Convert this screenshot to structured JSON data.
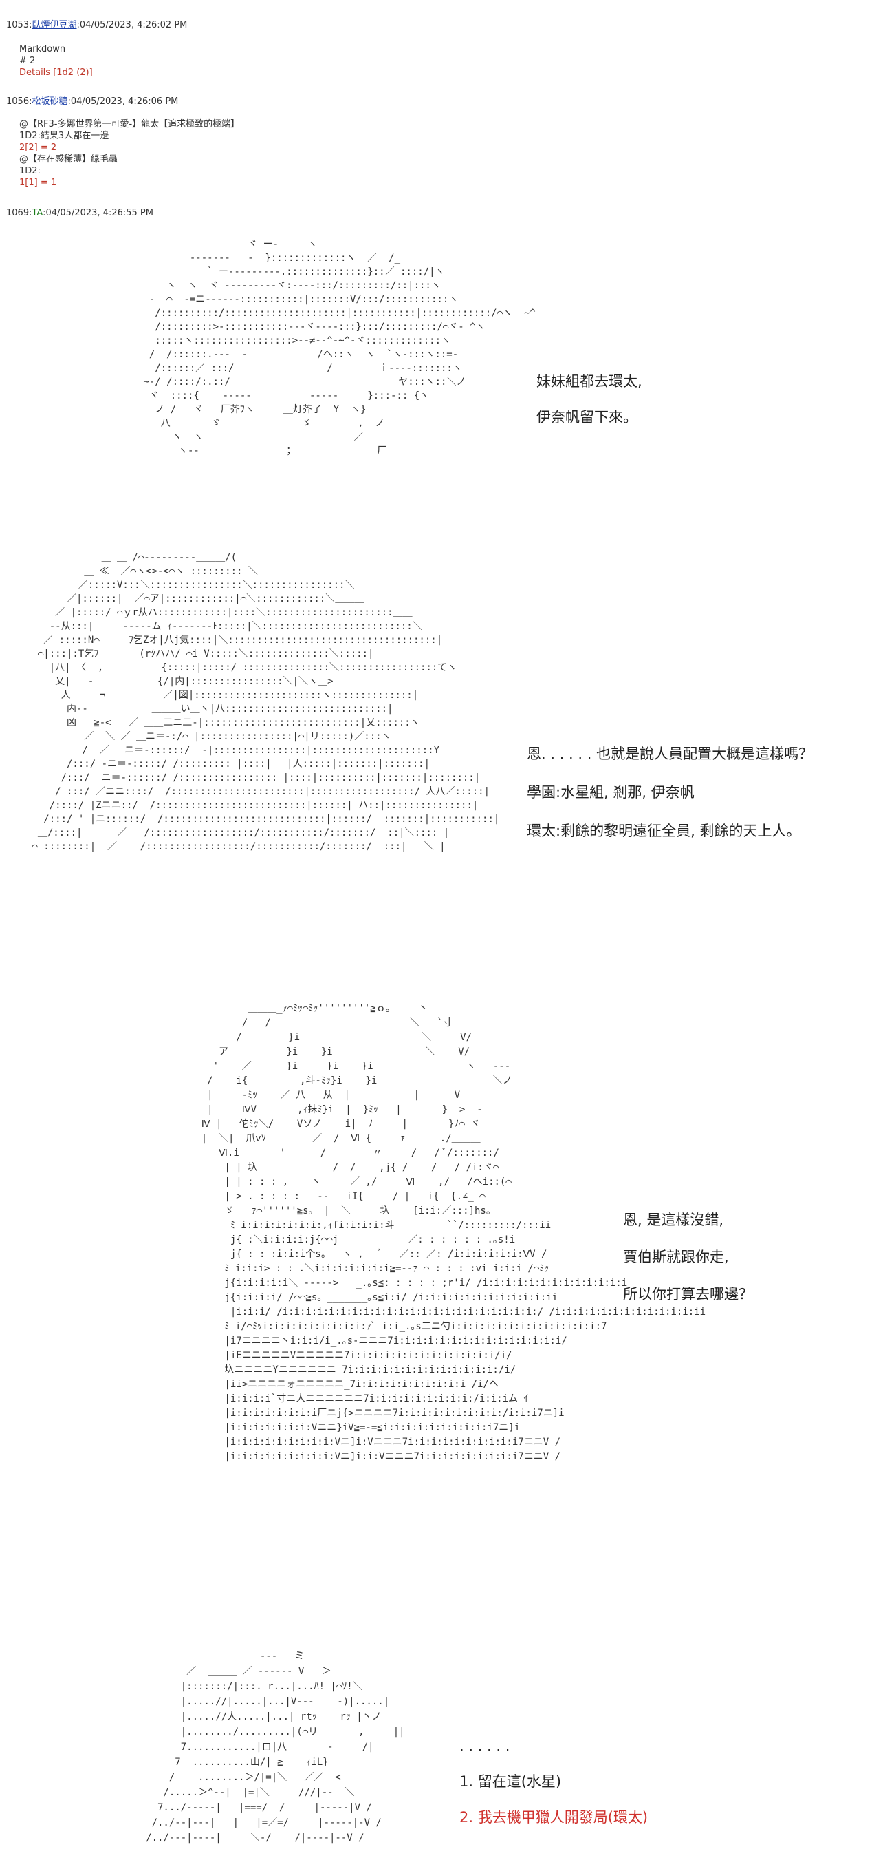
{
  "posts": [
    {
      "number": "1053",
      "name": "臥煙伊豆湖",
      "timestamp": "04/05/2023, 4:26:02 PM",
      "lines": [
        "Markdown",
        "# 2"
      ],
      "red_lines": [
        "Details [1d2 (2)]"
      ]
    },
    {
      "number": "1056",
      "name": "松坂砂糖",
      "timestamp": "04/05/2023, 4:26:06 PM",
      "lines_a": [
        "@【RF3-多娜世界第一可愛-】龍太【追求極致的極端】",
        "1D2:結果3人都在一邊"
      ],
      "red_a": "2[2] = 2",
      "lines_b": [
        "@【存在感稀薄】綠毛蟲",
        "1D2:"
      ],
      "red_b": "1[1] = 1"
    },
    {
      "number": "1069",
      "name": "TA",
      "timestamp": "04/05/2023, 4:26:55 PM"
    }
  ],
  "panels": [
    {
      "art": "                   ヾ ー‐     ヽ\n         ‐‐‐‐‐‐‐   ‐  }:::::::::::::ヽ  ／  /_\n            ` ー‐‐‐‐‐--‐‐.::::::::::::::}::／ ::::/|ヽ\n     ヽ  ヽ  ヾ ‐‐‐‐‐‐‐‐‐ヾ:‐‐‐‐:::/:::::::::/::|:::ヽ\n  ‐  ⌒  ‐=ニ‐‐‐‐‐‐:::::::::::|:::::::V/:::/:::::::::::ヽ\n   /::::::::::/:::::::::::::::::::::|:::::::::::|::::::::::::/⌒ヽ  ~^\n   /:::::::::>‐:::::::::::‐‐‐ヾ‐‐‐‐:::}:::/:::::::::/⌒ヾ‐ ^ヽ\n   :::::ヽ:::::::::::::::::>‐‐≠‐‐^‐~^‐ヾ:::::::::::::ヽ\n  /  /::::::.‐‐‐  ‐            /ヘ::ヽ  ヽ  `ヽ‐:::ヽ::=‐\n   /::::::／ :::/                /        ｉ‐‐‐‐:::::::ヽ\n ~‐/ /::::/:.::/                             ヤ:::ヽ::＼ノ\n  ヾ_ ::::{    ‐‐‐‐‐          ‐‐‐‐‐     }:::‐::_{ヽ\n   ノ /   ヾ   厂芥ﾌヽ     ＿灯芥了  Y  ヽ}\n    八       ゞ              ゞ        ,  ノ\n      ヽ  ヽ                          ／\n       ヽ‐‐               ；              厂",
      "dialog": [
        "妹妹組都去環太,",
        "伊奈帆留下來。"
      ],
      "red": []
    },
    {
      "art": "             ＿ ＿ /⌒‐‐‐‐‐‐‐‐‐＿＿＿/(\n          ＿ ≪  ／⌒ヽ<>‐<⌒ヽ ::::::::: ＼\n         ／:::::V:::＼::::::::::::::::＼::::::::::::::::＼\n       ／|::::::|  ／⌒ア|::::::::::::|⌒＼::::::::::::＼＿＿＿\n     ／ |:::::/ ⌒ｙr从ハ::::::::::::|::::＼::::::::::::::::::::::＿＿\n    ‐‐从:::|     ‐‐‐‐‐ム ｨ‐‐‐‐‐‐‐ﾄ:::::|＼::::::::::::::::::::::::::＼\n   ／ :::::N⌒     ﾌ乞Zオ|八j気::::|＼::::::::::::::::::::::::::::::::::::|\n  ⌒|:::|:T乞ﾌ       (rｸハハ/ ⌒i V:::::＼::::::::::::::＼:::::|\n    |八| 〈  ,          {:::::|:::::/ :::::::::::::::＼:::::::::::::::::てヽ\n     乂|   ‐           {/|内|::::::::::::::::＼|＼ヽ＿>\n      人     ¬          ／|図|::::::::::::::::::::::ヽ::::::::::::::|\n       内‐‐           ＿＿＿い＿ヽ|八::::::::::::::::::::::::::::|\n       凶   ≧‐<   ／ ＿＿二ニ二‐|:::::::::::::::::::::::::::|乂::::::ヽ\n          ／  ＼ ／ ＿ニ＝‐:/⌒ |::::::::::::::::|⌒|リ:::::)／:::ヽ\n        ＿/  ／ ＿ニ＝‐::::::/  ‐|::::::::::::::::|:::::::::::::::::::::Y\n       /:::/ ‐ニ＝‐:::::/ /::::::::: |::::| ＿|人:::::|:::::::|:::::::|\n      /:::/  ニ＝‐::::::/ /::::::::::::::::: |::::|::::::::::|:::::::|::::::::|\n     / :::/ ／ニニ::::/  /:::::::::::::::::::::::|::::::::::::::::::/ 人八／:::::|\n    /::::/ |Zニニ::/  /::::::::::::::::::::::::::|::::::| ハ::|:::::::::::::::|\n   /:::/ ' |ニ::::::/  /::::::::::::::::::::::::::::|::::::/  :::::::|:::::::::::|\n  ＿/::::|      ／   /::::::::::::::::::/:::::::::::/:::::::/  ::|＼:::: |\n ⌒ ::::::::|  ／    /::::::::::::::::::/:::::::::::/:::::::/  :::|   ＼ |",
      "dialog": [
        "恩. . . . . . 也就是說人員配置大概是這樣嗎？",
        "學園:水星組, 剎那, 伊奈帆",
        "環太:剩餘的黎明遠征全員, 剩餘的天上人。"
      ],
      "red": []
    },
    {
      "art": "                   ＿＿＿_ｧ⌒ﾐｯ⌒ﾐｯ'''''''''≧ｏ。    丶\n                  /   /                        ＼   `寸\n                 /        }i                     ＼     V/\n              ア          }i    }i                ＼    V/\n             '    ／      }i     }i    }i                ヽ   ‐‐‐\n            /    i{         ,斗‐ﾐｯ}i    }i                    ＼ノ\n            |     ‐ﾐｯ    ／ 八   从  |           |      V\n            |     ⅣV       ,ｨ抹ﾐ}i  |  }ﾐｯ   |       }  >  ‐\n           Ⅳ |   佗ﾐｯ＼/    Vソノ    i|  ﾉ     |       }ﾉ⌒ ヾ\n           |  ＼|  爪vｿ        ／  /  Ⅵ {     ｧ      ./＿＿＿\n              Ⅵ.i       '      /        〃     /   / ﾞ/:::::::/\n               | | 圦             /  /    ,j{ /    /   / /i:ヾ⌒\n               | | : : : ,    ヽ     ／ ,/     Ⅵ    ,/   /ヘi::(⌒\n               | > . : : : :   ‐‐   iI{     / |   i{  {.∠_ ⌒\n               ゞ _ ｧ⌒''''''≧s。_|  ＼     圦    [i:i:／:::]hs。\n                ﾐ i:i:i:i:i:i:i:,ｨfi:i:i:i:斗         ``/:::::::::/:::ii\n                j{ :＼i:i:i:i:j{⌒⌒j            ／: : : : : :_.｡s!i\n                j{ : : :i:i:i个s。  ヽ ,   ﾞ   ／:: ／: /i:i:i:i:i:i:ⅤV /\n               ﾐ i:i:i> : : .＼i:i:i:i:i:i:i≧=‐‐ｧ ⌒ : : : :vi i:i:i /⌒ﾐｯ\n               j{i:i:i:i:i＼ ‐‐‐‐‐>   _.｡s≦: : : : : ;r'i/ /i:i:i:i:i:i:i:i:i:i:i:i:i\n               j{i:i:i:i/ /⌒⌒≧s。_______｡s≦i:i/ /i:i:i:i:i:i:i:i:i:i:i:ii\n                |i:i:i/ /i:i:i:i:i:i:i:i:i:i:i:i:i:i:i:i:i:i:i:i:i:i:/ /i:i:i:i:i:i:i:i:i:i:i:i:ii\n               ﾐ i/⌒ﾐｯi:i:i:i:i:i:i:i:i:ｧﾞ i:i_.｡s二ニ勺i:i:i:i:i:i:i:i:i:i:i:i:i:7\n               |i7ニニニニ丶i:i:i/i_.｡s‐ニニニ7i:i:i:i:i:i:i:i:i:i:i:i:i:i:i/\n               |iEニニニニニVニニニニニ7i:i:i:i:i:i:i:i:i:i:i:i:i/i/\n               圦ニニニニYニニニニニニ_7i:i:i:i:i:i:i:i:i:i:i:i:i:/i/\n               |ii>ニニニニォニニニニニ_7i:i:i:i:i:i:i:i:i:i /i/ヘ\n               |i:i:i:i`寸ニ人ニニニニニニ7i:i:i:i:i:i:i:i:i:/i:i:iム ｲ\n               |i:i:i:i:i:i:i:i厂ニj{>ニニニニ7i:i:i:i:i:i:i:i:i:/i:i:i7ニ]i\n               |i:i:i:i:i:i:i:Vニニ}iV≧=‐=≦i:i:i:i:i:i:i:i:i:i7ニ]i\n               |i:i:i:i:i:i:i:i:i:Vニ]i:Vニニニ7i:i:i:i:i:i:i:i:i:i7ニニV /\n               |i:i:i:i:i:i:i:i:i:Vニ]i:i:Vニニニ7i:i:i:i:i:i:i:i:i7ニニV /",
      "dialog": [
        "恩, 是這樣沒錯,",
        "賈伯斯就跟你走,",
        "所以你打算去哪邊？"
      ],
      "red": []
    },
    {
      "art": "                      ＿ ‐‐‐   ミ\n            ／  ＿＿＿ ／ ‐‐‐‐‐‐ V   ＞\n           |:::::::/|:::. r...|...ﾊ! |⌒ｿ!＼\n           |.....//|.....|...|V‐‐‐    ‐)|.....|\n           |.....//人.....|...| rtｯ    rｯ |丶ノ\n           |......../.........|(⌒リ       ,     ||\n           7............|ロ|八       ‐     /|\n          7  ..........山/| ≧    ｨiL}\n         /    ........＞/|=|＼   ／／  <\n        /.....＞^‐‐|  |=|＼     ///|‐‐  ＼\n       7.../‐‐‐‐‐|   |===/  /     |‐‐‐‐‐|V /\n      /../‐‐|‐‐‐|   |   |=／=/     |‐‐‐‐‐|‐V /\n     /../‐‐‐|‐‐‐‐|     ＼‐/    /|‐‐‐‐|‐‐V /",
      "dialog": [
        ". . . . . .",
        "1. 留在這(水星)"
      ],
      "red": [
        "2. 我去機甲獵人開發局(環太)"
      ]
    }
  ]
}
